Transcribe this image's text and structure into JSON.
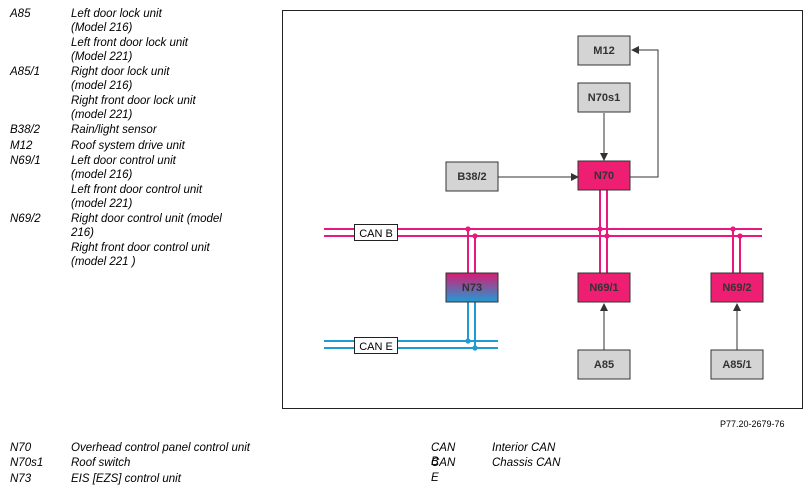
{
  "legend_top": [
    {
      "code": "A85",
      "lines": [
        "Left door lock unit",
        "(Model 216)",
        "Left front door lock unit",
        "(Model 221)"
      ]
    },
    {
      "code": "A85/1",
      "lines": [
        "Right door lock unit",
        "(model 216)",
        "Right front door lock unit",
        "(model 221)"
      ]
    },
    {
      "code": "B38/2",
      "lines": [
        "Rain/light sensor"
      ]
    },
    {
      "code": "M12",
      "lines": [
        "Roof system drive unit"
      ]
    },
    {
      "code": "N69/1",
      "lines": [
        "Left door control unit",
        "(model 216)",
        "Left front door control unit",
        "(model 221)"
      ]
    },
    {
      "code": "N69/2",
      "lines": [
        "Right door control unit (model",
        "216)",
        "Right front door control unit",
        "(model 221 )"
      ]
    }
  ],
  "legend_bottom_left": [
    {
      "code": "N70",
      "lines": [
        "Overhead control panel control unit"
      ]
    },
    {
      "code": "N70s1",
      "lines": [
        "Roof switch"
      ]
    },
    {
      "code": "N73",
      "lines": [
        "EIS [EZS] control unit"
      ]
    }
  ],
  "legend_bottom_right": [
    {
      "code": "CAN B",
      "lines": [
        "Interior CAN"
      ]
    },
    {
      "code": "CAN E",
      "lines": [
        "Chassis CAN"
      ]
    }
  ],
  "diagram": {
    "blocks": {
      "m12": "M12",
      "n70s1": "N70s1",
      "b382": "B38/2",
      "n70": "N70",
      "n73": "N73",
      "n691": "N69/1",
      "n692": "N69/2",
      "a85": "A85",
      "a851": "A85/1"
    },
    "bus_labels": {
      "can_b": "CAN B",
      "can_e": "CAN E"
    }
  },
  "figure_ref": "P77.20-2679-76",
  "colors": {
    "can_b": "#e8197a",
    "can_e": "#1f9bd4",
    "ecu_fill": "#ee1f73",
    "sensor_fill": "#d4d4d4",
    "eis_gradient_top": "#d81b73",
    "eis_gradient_bottom": "#1f9bd4"
  }
}
